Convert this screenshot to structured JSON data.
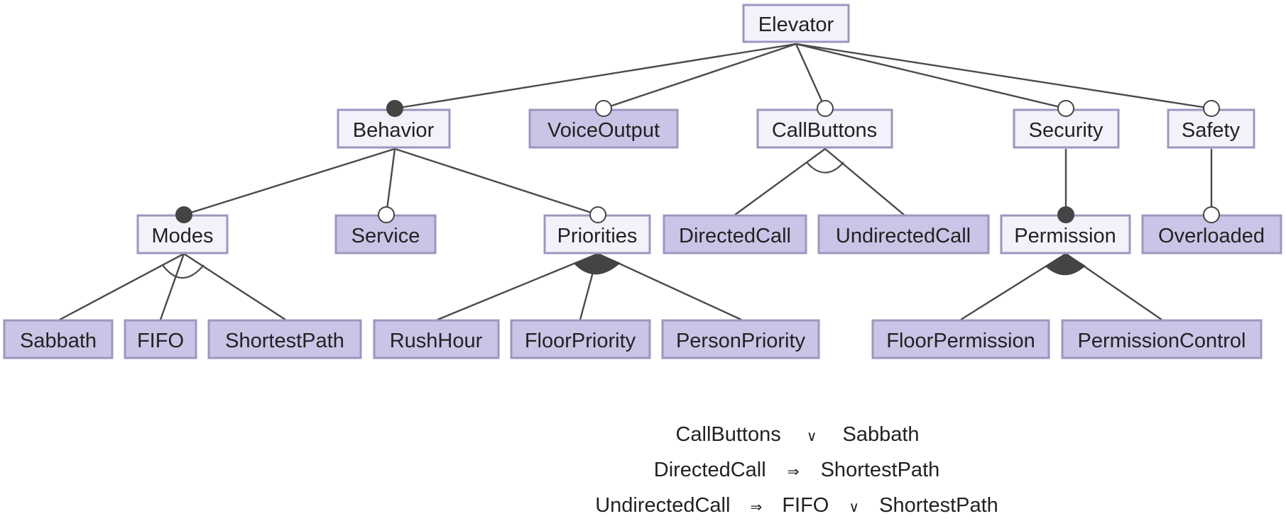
{
  "features": {
    "elevator": "Elevator",
    "behavior": "Behavior",
    "voice_output": "VoiceOutput",
    "call_buttons": "CallButtons",
    "security": "Security",
    "safety": "Safety",
    "modes": "Modes",
    "service": "Service",
    "priorities": "Priorities",
    "directed_call": "DirectedCall",
    "undirected_call": "UndirectedCall",
    "permission": "Permission",
    "overloaded": "Overloaded",
    "sabbath": "Sabbath",
    "fifo": "FIFO",
    "shortest_path": "ShortestPath",
    "rush_hour": "RushHour",
    "floor_priority": "FloorPriority",
    "person_priority": "PersonPriority",
    "floor_permission": "FloorPermission",
    "permission_control": "PermissionControl"
  },
  "constraints": [
    {
      "left": "CallButtons",
      "op": "∨",
      "right": "Sabbath"
    },
    {
      "left": "DirectedCall",
      "op": "⇒",
      "right": "ShortestPath"
    },
    {
      "left": "UndirectedCall",
      "op": "⇒",
      "mid": "FIFO",
      "op2": "∨",
      "right": "ShortestPath"
    }
  ],
  "colors": {
    "abstract_fill": "#f3f2fa",
    "concrete_fill": "#c8c5e6",
    "border": "#9b97c0",
    "edge": "#4a4a4a"
  }
}
